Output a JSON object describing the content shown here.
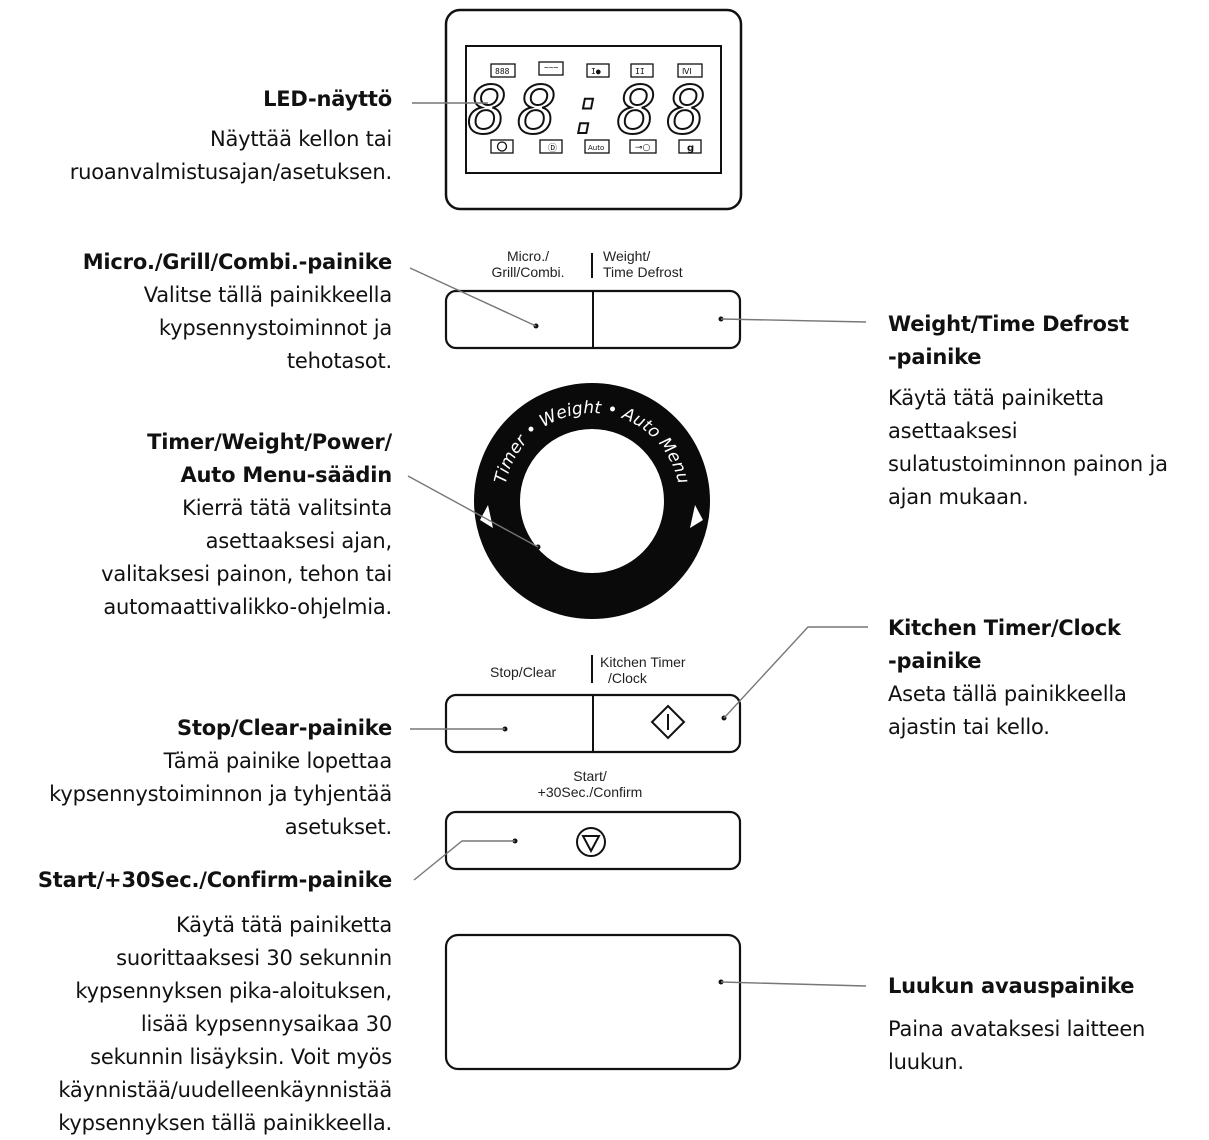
{
  "display": {
    "digits": "88:88",
    "top_icons": [
      "icon-1",
      "icon-2",
      "icon-3",
      "icon-4",
      "icon-5"
    ],
    "bottom_icons": [
      "clock-icon",
      "icon",
      "Auto",
      "key-icon",
      "g"
    ]
  },
  "panel": {
    "micro_label_1": "Micro./",
    "micro_label_2": "Grill/Combi.",
    "weight_label_1": "Weight/",
    "weight_label_2": "Time Defrost",
    "dial_text": "Timer • Weight • Auto Menu",
    "stop_label": "Stop/Clear",
    "kitchen_label_1": "Kitchen Timer",
    "kitchen_label_2": "/Clock",
    "start_label_1": "Start/",
    "start_label_2": "+30Sec./Confirm"
  },
  "callouts": {
    "led": {
      "title": "LED-näyttö",
      "lines": [
        "Näyttää kellon tai",
        "ruoanvalmistusajan/asetuksen."
      ]
    },
    "micro": {
      "title": "Micro./Grill/Combi.-painike",
      "lines": [
        "Valitse tällä painikkeella",
        "kypsennystoiminnot ja",
        "tehotasot."
      ]
    },
    "dial": {
      "title_1": "Timer/Weight/Power/",
      "title_2": "Auto Menu-säädin",
      "lines": [
        "Kierrä tätä valitsinta",
        "asettaaksesi ajan,",
        "valitaksesi painon, tehon tai",
        "automaattivalikko-ohjelmia."
      ]
    },
    "stop": {
      "title": "Stop/Clear-painike",
      "lines": [
        "Tämä painike lopettaa",
        "kypsennystoiminnon ja tyhjentää",
        "asetukset."
      ]
    },
    "start": {
      "title": "Start/+30Sec./Confirm-painike",
      "lines": [
        "Käytä tätä painiketta",
        "suorittaaksesi 30 sekunnin",
        "kypsennyksen pika-aloituksen,",
        "lisää kypsennysaikaa 30",
        "sekunnin lisäyksin. Voit myös",
        "käynnistää/uudelleenkäynnistää",
        "kypsennyksen tällä painikkeella."
      ]
    },
    "weight": {
      "title_1": "Weight/Time Defrost",
      "title_2": "-painike",
      "lines": [
        "Käytä tätä painiketta",
        "asettaaksesi",
        "sulatustoiminnon painon ja",
        "ajan mukaan."
      ]
    },
    "kitchen": {
      "title_1": "Kitchen Timer/Clock",
      "title_2": "-painike",
      "lines": [
        "Aseta tällä painikkeella",
        "ajastin tai kello."
      ]
    },
    "door": {
      "title": "Luukun avauspainike",
      "lines": [
        "Paina avataksesi laitteen",
        "luukun."
      ]
    }
  }
}
